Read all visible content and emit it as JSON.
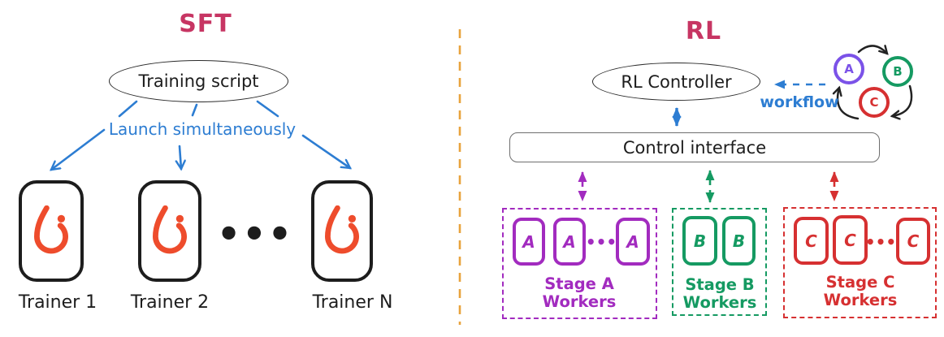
{
  "colors": {
    "heading_crimson": "#C73563",
    "arrow_blue": "#2D7DD2",
    "divider_orange": "#E8A33D",
    "pytorch_orange": "#EE4C2C",
    "stage_a_purple": "#A22BBF",
    "cycle_a_violet": "#7B52E8",
    "stage_b_green": "#159A62",
    "stage_c_red": "#D63031",
    "ink_black": "#1d1d1d"
  },
  "sft": {
    "title": "SFT",
    "root_node": "Training script",
    "edge_label": "Launch simultaneously",
    "trainer_labels": [
      "Trainer 1",
      "Trainer 2",
      "Trainer N"
    ],
    "ellipsis": "•••"
  },
  "rl": {
    "title": "RL",
    "controller_node": "RL Controller",
    "workflow_label": "workflow",
    "interface_node": "Control interface",
    "cycle_nodes": [
      "A",
      "B",
      "C"
    ],
    "stages": [
      {
        "label": "Stage A Workers",
        "workers": [
          "A",
          "A",
          "A"
        ],
        "ellipsis": "•••"
      },
      {
        "label": "Stage B Workers",
        "workers": [
          "B",
          "B"
        ]
      },
      {
        "label": "Stage C Workers",
        "workers": [
          "C",
          "C",
          "C"
        ],
        "ellipsis": "•••"
      }
    ]
  }
}
